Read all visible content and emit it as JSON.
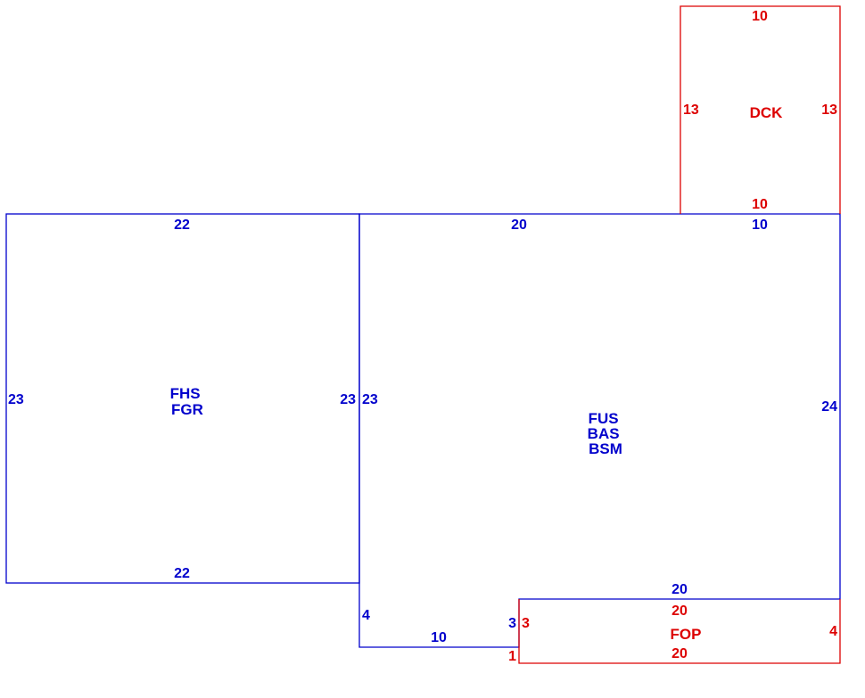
{
  "colors": {
    "main": "#0000cc",
    "porch": "#dd0000"
  },
  "areas": {
    "fhs": {
      "codes": [
        "FHS",
        "FGR"
      ]
    },
    "fus": {
      "codes": [
        "FUS",
        "BAS",
        "BSM"
      ]
    },
    "dck": {
      "codes": [
        "DCK"
      ]
    },
    "fop": {
      "codes": [
        "FOP"
      ]
    }
  },
  "dimensions": {
    "fhs_top": "22",
    "fhs_bottom": "22",
    "fhs_left": "23",
    "fhs_right": "23",
    "fus_left": "23",
    "fus_top": "20",
    "fus_top_right": "10",
    "fus_right": "24",
    "fus_bottom": "20",
    "fus_step_vertical": "4",
    "fus_step_horizontal": "10",
    "fus_step_right": "3",
    "dck_top": "10",
    "dck_bottom": "10",
    "dck_left": "13",
    "dck_right": "13",
    "fop_top": "20",
    "fop_bottom": "20",
    "fop_left": "3",
    "fop_left_lower": "1",
    "fop_right": "4"
  }
}
